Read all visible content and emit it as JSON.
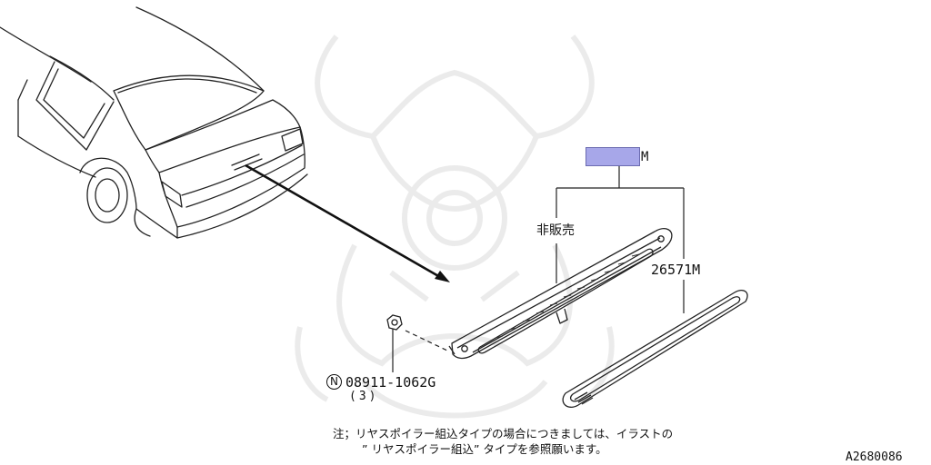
{
  "diagram": {
    "part_box_suffix": "M",
    "part_box_color": "#a7a7e9",
    "not_sold_label": "非販売",
    "part_number_lens": "26571M",
    "part_number_nut": "08911-1062G",
    "nut_quantity": "(3)",
    "n_symbol": "N",
    "note_line_1": "注；リヤスポイラー組込タイプの場合につきましては、イラストの",
    "note_line_2": "” リヤスポイラー組込” タイプを参照願います。",
    "diagram_code": "A2680086"
  }
}
